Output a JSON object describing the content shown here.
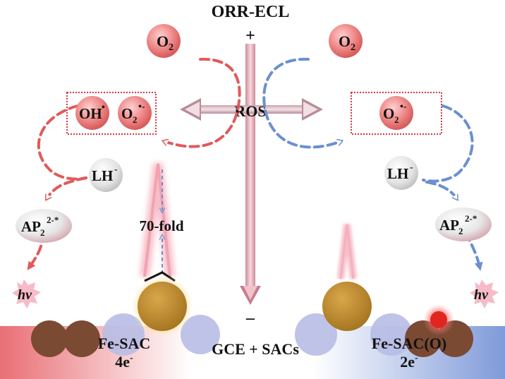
{
  "title": "ORR-ECL",
  "polarity": {
    "plus": "+",
    "minus": "–"
  },
  "center_label": "ROS",
  "species": {
    "o2_left": {
      "base": "O",
      "sub": "2"
    },
    "o2_right": {
      "base": "O",
      "sub": "2"
    },
    "oh_radical": {
      "base": "OH",
      "sup": "•"
    },
    "superoxide_left": {
      "base": "O",
      "sub": "2",
      "sup": "•-"
    },
    "superoxide_right": {
      "base": "O",
      "sub": "2",
      "sup": "•-"
    },
    "lh_left": {
      "base": "LH",
      "sup": "-"
    },
    "lh_right": {
      "base": "LH",
      "sup": "-"
    },
    "ap_left": {
      "base": "AP",
      "sub": "2",
      "sup": "2-*"
    },
    "ap_right": {
      "base": "AP",
      "sub": "2",
      "sup": "2-*"
    },
    "hv_left": "hv",
    "hv_right": "hv"
  },
  "enhancement_label": "70-fold",
  "bottom": {
    "left_name": "Fe-SAC",
    "left_electrons": {
      "base": "4e",
      "sup": "-"
    },
    "center": "GCE + SACs",
    "right_name": "Fe-SAC(O)",
    "right_electrons": {
      "base": "2e",
      "sup": "-"
    }
  },
  "colors": {
    "red_path": "#e05a5a",
    "blue_path": "#6b8fd0",
    "arrow_pink": "#d98c9c",
    "bottom_left": "#e96f76",
    "bottom_right": "#7f9ad9",
    "gold_atom": "#b5862e",
    "brown_atom": "#7a4a33",
    "lavender_atom": "#b8bce6",
    "fe_red": "#e0261e"
  }
}
